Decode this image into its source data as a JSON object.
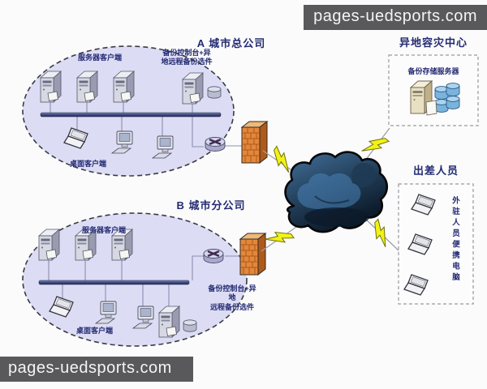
{
  "watermarks": {
    "top": "pages-uedsports.com",
    "bottom": "pages-uedsports.com"
  },
  "site_a": {
    "title": "A 城市总公司",
    "server_clients_label": "服务器客户端",
    "backup_console_line1": "备份控制台+异",
    "backup_console_line2": "地远程备份选件",
    "desktop_clients_label": "桌面客户端"
  },
  "site_b": {
    "title": "B 城市分公司",
    "server_clients_label": "服务器客户端",
    "backup_console_line1": "备份控制台+异地",
    "backup_console_line2": "远程备份选件",
    "desktop_clients_label": "桌面客户端"
  },
  "disaster_recovery": {
    "title": "异地容灾中心",
    "backup_server_label": "备份存储服务器"
  },
  "travelers": {
    "title": "出差人员",
    "laptops_label": "外驻人员便携电脑"
  },
  "colors": {
    "label_navy": "#232a72",
    "ellipse_fill": "#dcdcf4",
    "bus_bar": "#3c4a7e",
    "firewall_orange": "#e2873b",
    "lightning_yellow": "#f2f215",
    "cloud_navy": "#16283c",
    "watermark_bg": "#59595b"
  }
}
